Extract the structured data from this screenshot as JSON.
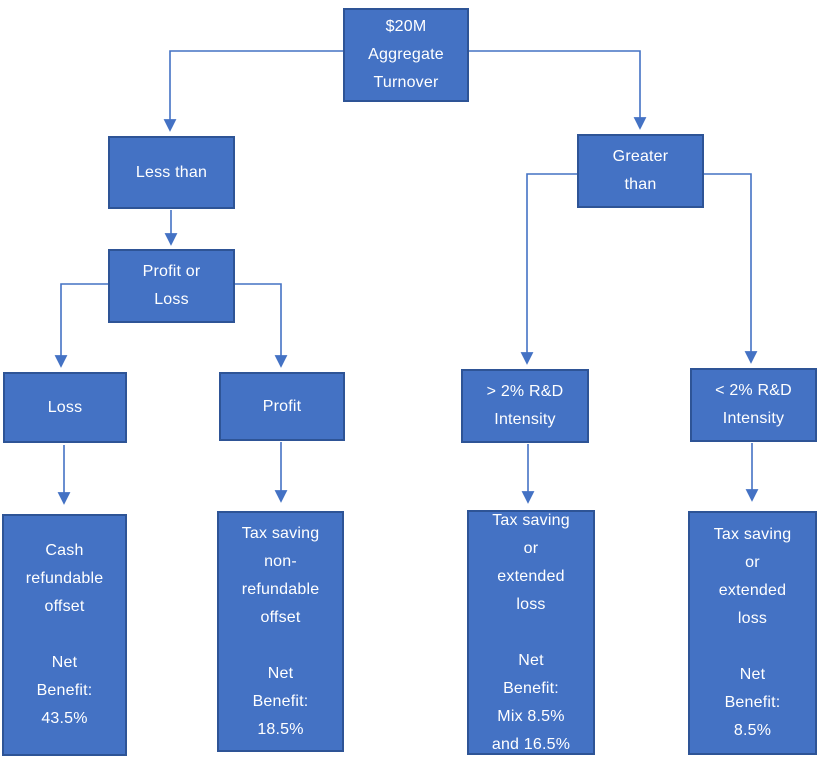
{
  "diagram": {
    "type": "flowchart",
    "colors": {
      "node_fill": "#4472C4",
      "node_border": "#2E5496",
      "connector": "#4472C4",
      "text": "#FFFFFF",
      "bg": "#FFFFFF"
    },
    "nodes": [
      {
        "id": "aggregate-turnover",
        "text": "$20M\nAggregate\nTurnover"
      },
      {
        "id": "less-than",
        "text": "Less than"
      },
      {
        "id": "greater-than",
        "text": "Greater\nthan"
      },
      {
        "id": "profit-or-loss",
        "text": "Profit or\nLoss"
      },
      {
        "id": "loss",
        "text": "Loss"
      },
      {
        "id": "profit",
        "text": "Profit"
      },
      {
        "id": "gt-2pct-rd-intensity",
        "text": "> 2% R&D\nIntensity"
      },
      {
        "id": "lt-2pct-rd-intensity",
        "text": "< 2% R&D\nIntensity"
      },
      {
        "id": "cash-refundable-offset",
        "text": "Cash\nrefundable\noffset\n\nNet\nBenefit:\n43.5%"
      },
      {
        "id": "tax-saving-non-refundable-offset",
        "text": "Tax saving\nnon-\nrefundable\noffset\n\nNet\nBenefit:\n18.5%"
      },
      {
        "id": "tax-saving-or-extended-loss-mix",
        "text": "Tax saving\nor\nextended\nloss\n\nNet\nBenefit:\nMix 8.5%\nand 16.5%"
      },
      {
        "id": "tax-saving-or-extended-loss-85",
        "text": "Tax saving\nor\nextended\nloss\n\nNet\nBenefit:\n8.5%"
      }
    ],
    "edges": [
      {
        "from": "aggregate-turnover",
        "to": "less-than"
      },
      {
        "from": "aggregate-turnover",
        "to": "greater-than"
      },
      {
        "from": "less-than",
        "to": "profit-or-loss"
      },
      {
        "from": "profit-or-loss",
        "to": "loss"
      },
      {
        "from": "profit-or-loss",
        "to": "profit"
      },
      {
        "from": "greater-than",
        "to": "gt-2pct-rd-intensity"
      },
      {
        "from": "greater-than",
        "to": "lt-2pct-rd-intensity"
      },
      {
        "from": "loss",
        "to": "cash-refundable-offset"
      },
      {
        "from": "profit",
        "to": "tax-saving-non-refundable-offset"
      },
      {
        "from": "gt-2pct-rd-intensity",
        "to": "tax-saving-or-extended-loss-mix"
      },
      {
        "from": "lt-2pct-rd-intensity",
        "to": "tax-saving-or-extended-loss-85"
      }
    ]
  }
}
